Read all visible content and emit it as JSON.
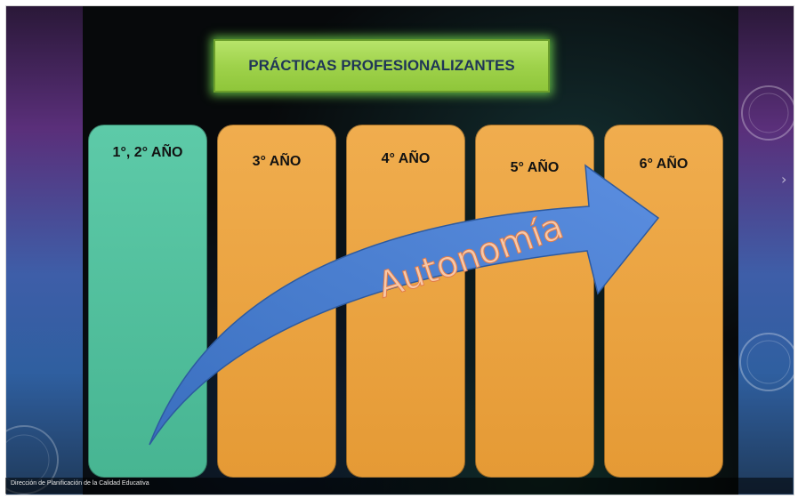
{
  "title": "PRÁCTICAS PROFESIONALIZANTES",
  "columns": [
    {
      "label": "1°, 2° AÑO"
    },
    {
      "label": "3° AÑO"
    },
    {
      "label": "4° AÑO"
    },
    {
      "label": "5° AÑO"
    },
    {
      "label": "6° AÑO"
    }
  ],
  "arrow": {
    "label": "Autonomía"
  },
  "footer": {
    "text": "Dirección de Planificación de la Calidad Educativa"
  },
  "colors": {
    "title_fill": "#9fd24b",
    "first_column": "#4fbf9c",
    "other_columns": "#eba342",
    "arrow": "#4a7fd0",
    "title_text": "#1f3557"
  }
}
